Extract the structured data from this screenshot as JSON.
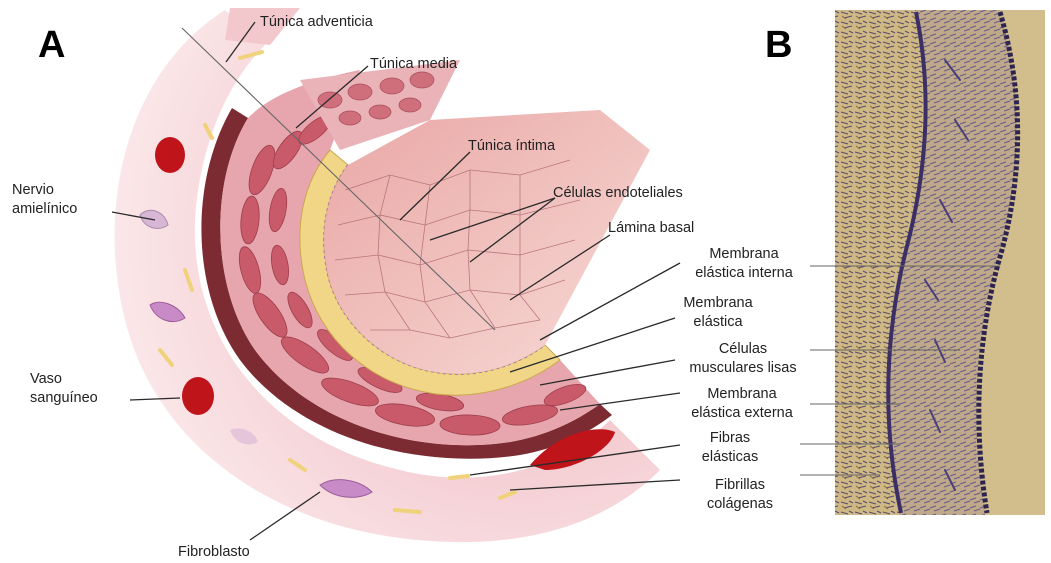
{
  "panels": {
    "a": "A",
    "b": "B"
  },
  "labels": {
    "tunica_adventicia": "Túnica adventicia",
    "tunica_media": "Túnica media",
    "tunica_intima": "Túnica íntima",
    "celulas_endoteliales": "Células endoteliales",
    "lamina_basal": "Lámina basal",
    "membrana_elastica_interna": [
      "Membrana",
      "elástica interna"
    ],
    "membrana_elastica": [
      "Membrana",
      "elástica"
    ],
    "celulas_musculares_lisas": [
      "Células",
      "musculares lisas"
    ],
    "membrana_elastica_externa": [
      "Membrana",
      "elástica externa"
    ],
    "fibras_elasticas": [
      "Fibras",
      "elásticas"
    ],
    "fibrillas_colagenas": [
      "Fibrillas",
      "colágenas"
    ],
    "nervio_amielinico": [
      "Nervio",
      "amielínico"
    ],
    "vaso_sanguineo": [
      "Vaso",
      "sanguíneo"
    ],
    "fibroblasto": "Fibroblasto"
  },
  "colors": {
    "adventitia": "#f6d9dc",
    "media": "#e9a8b0",
    "muscle_cell": "#c9606e",
    "elastic_band": "#f3d98a",
    "external_band": "#7a2a2f",
    "intima": "#f1c4c4",
    "blood_cell": "#c0141b",
    "fibroblast": "#c98bc8",
    "histology_wall": "#3a2f5a",
    "histology_bg": "#c9b27a"
  }
}
